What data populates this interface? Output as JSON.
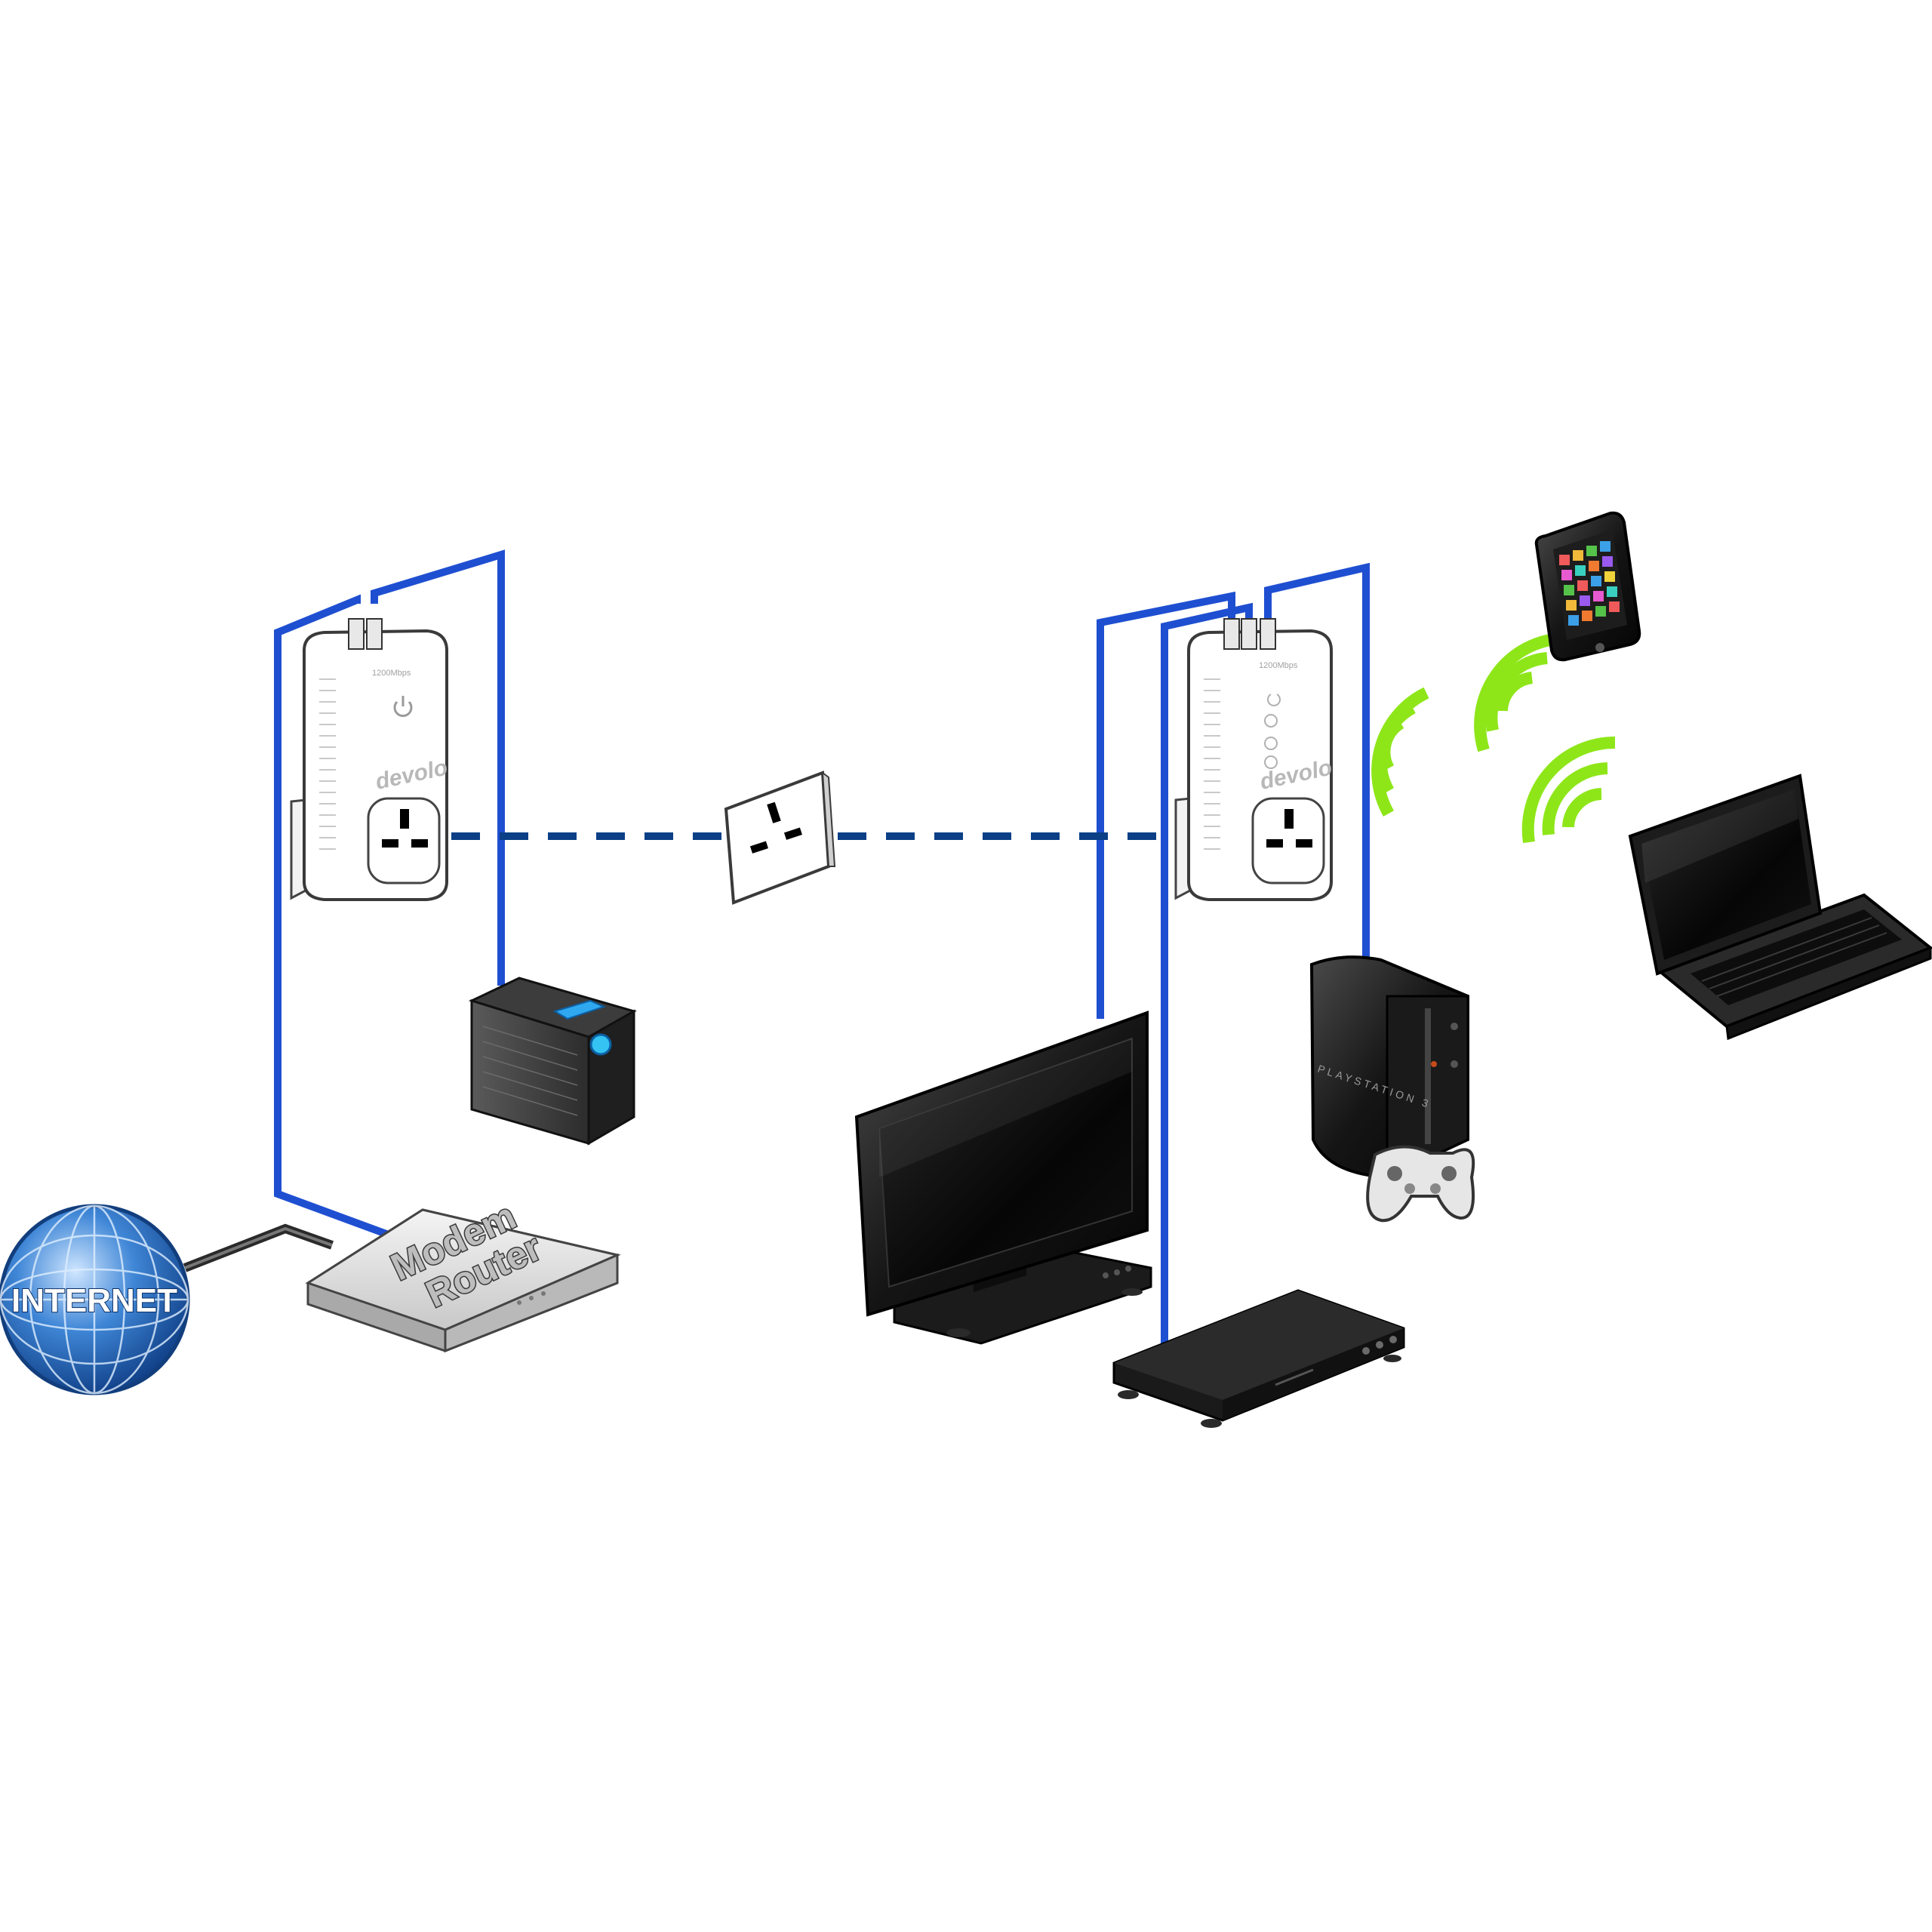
{
  "labels": {
    "internet": "INTERNET",
    "router_line1": "Modem",
    "router_line2": "Router",
    "adapter_left_brand": "devolo",
    "adapter_right_brand": "devolo",
    "adapter_left_speed": "1200Mbps",
    "adapter_right_speed": "1200Mbps",
    "console_brand": "PLAYSTATION 3"
  },
  "colors": {
    "ethernet_cable": "#1f4fd1",
    "powerline_link": "#0b3f86",
    "wifi_waves": "#8ee619",
    "internet_cable": "#2a2a2a",
    "globe": "#2a6fc4"
  },
  "icons": {
    "globe": "globe-icon",
    "router": "router-icon",
    "nas": "nas-drive-icon",
    "socket": "wall-socket-icon",
    "tv": "tv-icon",
    "player": "media-player-icon",
    "console": "game-console-icon",
    "controller": "gamepad-icon",
    "phone": "smartphone-icon",
    "laptop": "laptop-icon",
    "adapter": "powerline-adapter-icon",
    "wifi": "wifi-waves-icon"
  }
}
